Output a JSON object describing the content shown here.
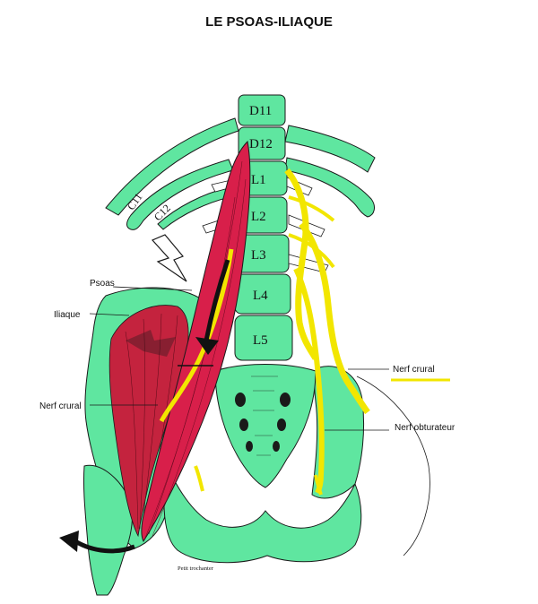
{
  "title": "LE PSOAS-ILIAQUE",
  "vertebrae": {
    "d11": "D11",
    "d12": "D12",
    "l1": "L1",
    "l2": "L2",
    "l3": "L3",
    "l4": "L4",
    "l5": "L5"
  },
  "ribs": {
    "c11": "C11",
    "c12": "C12"
  },
  "labels": {
    "psoas": "Psoas",
    "iliaque": "Iliaque",
    "nerf_crural_left": "Nerf crural",
    "nerf_crural_right": "Nerf crural",
    "nerf_obturateur": "Nerf obturateur",
    "petit_trochanter": "Petit trochanter"
  },
  "colors": {
    "bone": "#5fe6a0",
    "muscle": "#d81f4a",
    "nerve": "#f2e600",
    "outline": "#1a1a1a"
  }
}
